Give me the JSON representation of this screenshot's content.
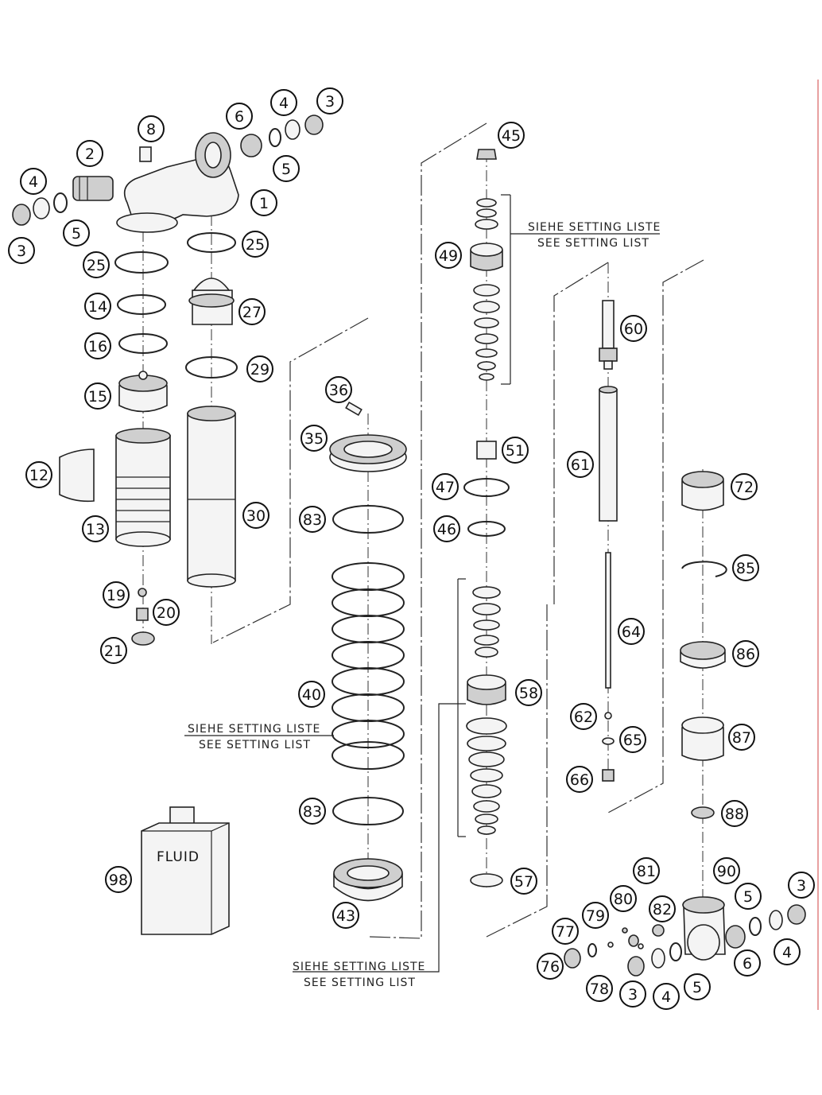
{
  "callouts": [
    "1",
    "2",
    "3",
    "4",
    "5",
    "6",
    "8",
    "12",
    "13",
    "14",
    "15",
    "16",
    "19",
    "20",
    "21",
    "25",
    "27",
    "29",
    "30",
    "35",
    "36",
    "40",
    "43",
    "45",
    "46",
    "47",
    "49",
    "51",
    "57",
    "58",
    "60",
    "61",
    "62",
    "64",
    "65",
    "66",
    "72",
    "76",
    "77",
    "78",
    "79",
    "80",
    "81",
    "82",
    "83",
    "85",
    "86",
    "87",
    "88",
    "90",
    "98"
  ],
  "notes": {
    "setting_de": "SIEHE SETTING LISTE",
    "setting_en": "SEE SETTING LIST"
  },
  "fluid_label": "FLUID",
  "colors": {
    "line": "#222222",
    "accent_right_edge": "#e8a0a0"
  }
}
